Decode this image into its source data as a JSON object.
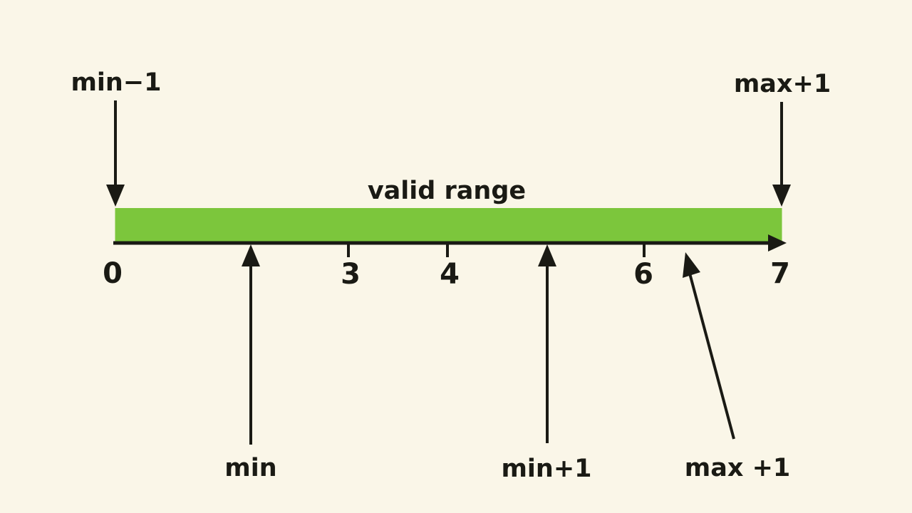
{
  "colors": {
    "background": "#FAF6E8",
    "bar": "#7CC63C",
    "ink": "#1A1A14"
  },
  "diagram": {
    "bar_label": "valid range",
    "top_annotations": {
      "min_minus_1": "min−1",
      "max_plus_1": "max+1"
    },
    "axis_tick_labels": [
      "0",
      "3",
      "4",
      "6",
      "7"
    ],
    "bottom_annotations": {
      "min": "min",
      "min_plus_1": "min+1",
      "max_plus_1": "max +1"
    }
  }
}
